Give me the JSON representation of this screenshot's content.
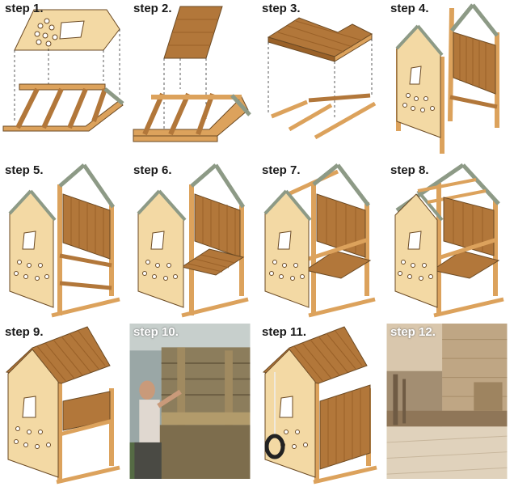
{
  "steps": [
    {
      "label": "step 1."
    },
    {
      "label": "step 2."
    },
    {
      "label": "step 3."
    },
    {
      "label": "step 4."
    },
    {
      "label": "step 5."
    },
    {
      "label": "step 6."
    },
    {
      "label": "step 7."
    },
    {
      "label": "step 8."
    },
    {
      "label": "step 9."
    },
    {
      "label": "step 10."
    },
    {
      "label": "step 11."
    },
    {
      "label": "step 12."
    }
  ],
  "colors": {
    "wood_light": "#f3d9a4",
    "wood_mid": "#dca25c",
    "wood_dark": "#b2773a",
    "slat_dark": "#9a6128",
    "outline": "#6b4a24",
    "metal": "#8d9a86",
    "photo_sky": "#b9c3c4",
    "photo_wood": "#8a7a5a"
  }
}
